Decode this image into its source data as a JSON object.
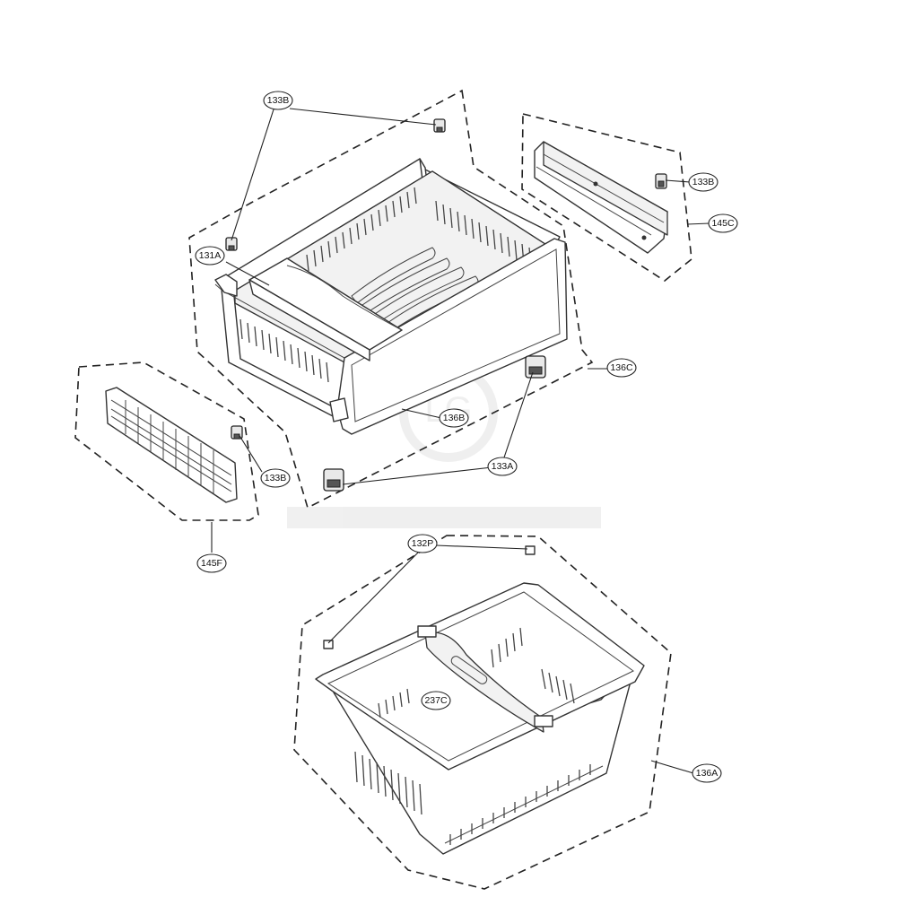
{
  "diagram": {
    "callouts": {
      "c133B_top": "133B",
      "c133B_rail": "133B",
      "c133B_left": "133B",
      "c131A": "131A",
      "c145C": "145C",
      "c136C": "136C",
      "c136B": "136B",
      "c133A": "133A",
      "c145F": "145F",
      "c132P": "132P",
      "c237C": "237C",
      "c136A": "136A"
    },
    "watermark": "LG"
  }
}
